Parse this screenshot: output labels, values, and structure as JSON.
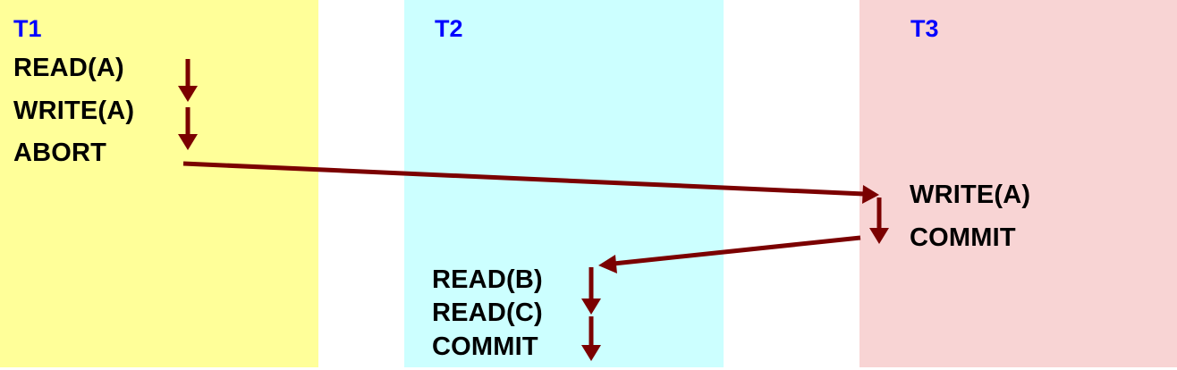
{
  "colors": {
    "t1_bg": "#FFFF99",
    "t2_bg": "#CCFFFF",
    "t3_bg": "#F8D4D4",
    "title": "#0000FF",
    "arrow": "#7B0000"
  },
  "transactions": [
    {
      "name": "T1",
      "ops": [
        "READ(A)",
        "WRITE(A)",
        "ABORT"
      ]
    },
    {
      "name": "T2",
      "ops": [
        "READ(B)",
        "READ(C)",
        "COMMIT"
      ]
    },
    {
      "name": "T3",
      "ops": [
        "WRITE(A)",
        "COMMIT"
      ]
    }
  ]
}
